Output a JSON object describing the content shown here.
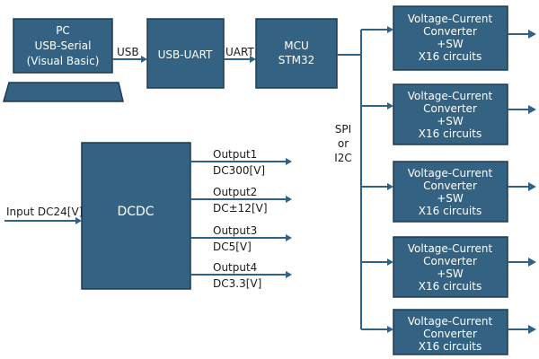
{
  "blocks": {
    "pc": {
      "lines": [
        "PC",
        "USB-Serial",
        "(Visual Basic)"
      ]
    },
    "usb_uart": {
      "lines": [
        "USB-UART"
      ]
    },
    "mcu": {
      "lines": [
        "MCU",
        "STM32"
      ]
    },
    "dcdc": {
      "lines": [
        "DCDC"
      ]
    },
    "converters": [
      {
        "lines": [
          "Voltage-Current",
          "Converter",
          "+SW",
          "X16 circuits"
        ]
      },
      {
        "lines": [
          "Voltage-Current",
          "Converter",
          "+SW",
          "X16 circuits"
        ]
      },
      {
        "lines": [
          "Voltage-Current",
          "Converter",
          "+SW",
          "X16 circuits"
        ]
      },
      {
        "lines": [
          "Voltage-Current",
          "Converter",
          "+SW",
          "X16 circuits"
        ]
      },
      {
        "lines": [
          "Voltage-Current",
          "Converter",
          "X16 circuits"
        ]
      }
    ]
  },
  "connections": {
    "pc_to_usb_uart": "USB",
    "usb_uart_to_mcu": "UART",
    "bus": [
      "SPI",
      "or",
      "I2C"
    ],
    "dcdc_input": "Input DC24[V]",
    "dcdc_outputs": [
      {
        "name": "Output1",
        "value": "DC300[V]"
      },
      {
        "name": "Output2",
        "value": "DC±12[V]"
      },
      {
        "name": "Output3",
        "value": "DC5[V]"
      },
      {
        "name": "Output4",
        "value": "DC3.3[V]"
      }
    ]
  }
}
